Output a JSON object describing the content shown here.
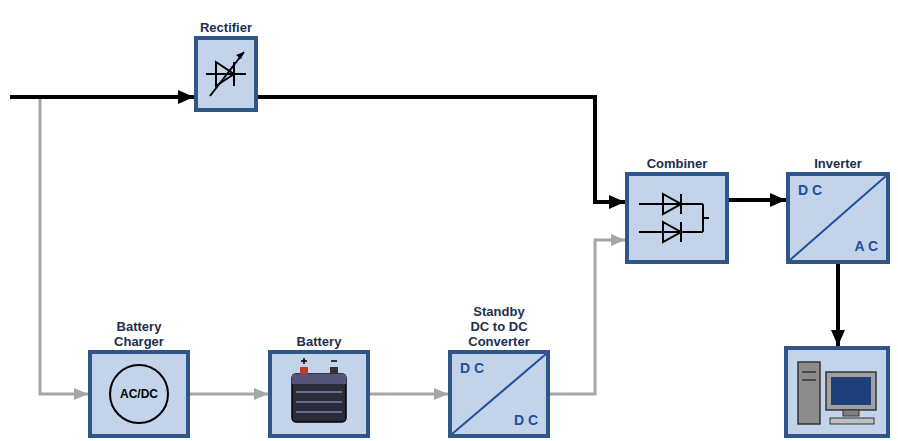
{
  "diagram": {
    "nodes": [
      {
        "text": [
          "Rectifier"
        ]
      },
      {
        "text": [
          "Battery Charger",
          "AC/DC"
        ]
      },
      {
        "text": [
          "Battery"
        ]
      },
      {
        "text": [
          "Standby DC to DC Converter",
          "D C",
          "D C"
        ]
      },
      {
        "text": [
          "Combiner"
        ]
      },
      {
        "text": [
          "Inverter",
          "D C",
          "A C"
        ]
      }
    ],
    "edges": [
      {
        "from": 0,
        "to": 4,
        "arrow": "to"
      },
      {
        "from": 1,
        "to": 2,
        "arrow": "to"
      },
      {
        "from": 2,
        "to": 3,
        "arrow": "to"
      },
      {
        "from": 3,
        "to": 4,
        "arrow": "to"
      },
      {
        "from": 4,
        "to": 5,
        "arrow": "to"
      }
    ]
  }
}
